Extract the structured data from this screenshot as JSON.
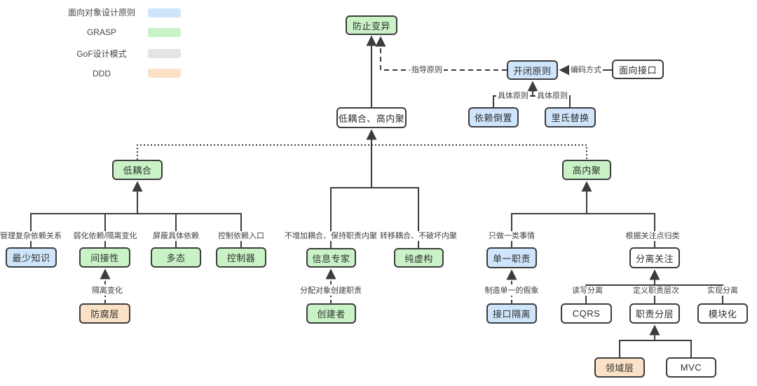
{
  "legend": {
    "items": [
      {
        "label": "面向对象设计原则",
        "color_key": "oop_principle"
      },
      {
        "label": "GRASP",
        "color_key": "grasp"
      },
      {
        "label": "GoF设计模式",
        "color_key": "gof"
      },
      {
        "label": "DDD",
        "color_key": "ddd"
      }
    ]
  },
  "colors": {
    "oop_principle": "#cfe5fb",
    "grasp": "#c9f3c6",
    "gof": "#e4e4e6",
    "ddd": "#fbe2c6",
    "plain": "#ffffff",
    "line": "#3c3c3c"
  },
  "nodes": {
    "protected_variations": {
      "label": "防止变异",
      "category": "GRASP"
    },
    "open_closed": {
      "label": "开闭原则",
      "category": "面向对象设计原则"
    },
    "interface_oriented": {
      "label": "面向接口",
      "category": "plain"
    },
    "dependency_inversion": {
      "label": "依赖倒置",
      "category": "面向对象设计原则"
    },
    "liskov_substitution": {
      "label": "里氏替换",
      "category": "面向对象设计原则"
    },
    "low_coupling_high_cohesion": {
      "label": "低耦合、高内聚",
      "category": "plain"
    },
    "low_coupling": {
      "label": "低耦合",
      "category": "GRASP"
    },
    "high_cohesion": {
      "label": "高内聚",
      "category": "GRASP"
    },
    "least_knowledge": {
      "label": "最少知识",
      "category": "面向对象设计原则"
    },
    "indirection": {
      "label": "间接性",
      "category": "GRASP"
    },
    "polymorphism": {
      "label": "多态",
      "category": "GRASP"
    },
    "controller": {
      "label": "控制器",
      "category": "GRASP"
    },
    "anti_corruption_layer": {
      "label": "防腐层",
      "category": "DDD"
    },
    "information_expert": {
      "label": "信息专家",
      "category": "GRASP"
    },
    "pure_fabrication": {
      "label": "纯虚构",
      "category": "GRASP"
    },
    "creator": {
      "label": "创建者",
      "category": "GRASP"
    },
    "single_responsibility": {
      "label": "单一职责",
      "category": "面向对象设计原则"
    },
    "separation_of_concerns": {
      "label": "分离关注",
      "category": "plain"
    },
    "interface_segregation": {
      "label": "接口隔离",
      "category": "面向对象设计原则"
    },
    "cqrs": {
      "label": "CQRS",
      "category": "plain"
    },
    "responsibility_layering": {
      "label": "职责分层",
      "category": "plain"
    },
    "modularization": {
      "label": "模块化",
      "category": "plain"
    },
    "domain_layer": {
      "label": "领域层",
      "category": "DDD"
    },
    "mvc": {
      "label": "MVC",
      "category": "plain"
    }
  },
  "edge_labels": {
    "guiding_principle": "指导原则",
    "coding_method": "编码方式",
    "concrete_principle_left": "具体原则",
    "concrete_principle_right": "具体原则",
    "manage_complex_deps": "管理复杂依赖关系",
    "weaken_deps": "弱化依赖/隔离变化",
    "shield_concrete_deps": "屏蔽具体依赖",
    "control_dep_entry": "控制依赖入口",
    "isolate_change": "隔离变化",
    "keep_cohesion": "不增加耦合、保持职责内聚",
    "transfer_coupling": "转移耦合、不破坏内聚",
    "assign_creation": "分配对象创建职责",
    "one_kind_of_thing": "只做一类事情",
    "group_by_concern": "根据关注点归类",
    "single_illusion": "制造单一的假象",
    "read_write_separation": "读写分离",
    "define_resp_layers": "定义职责层次",
    "impl_separation": "实现分离"
  }
}
